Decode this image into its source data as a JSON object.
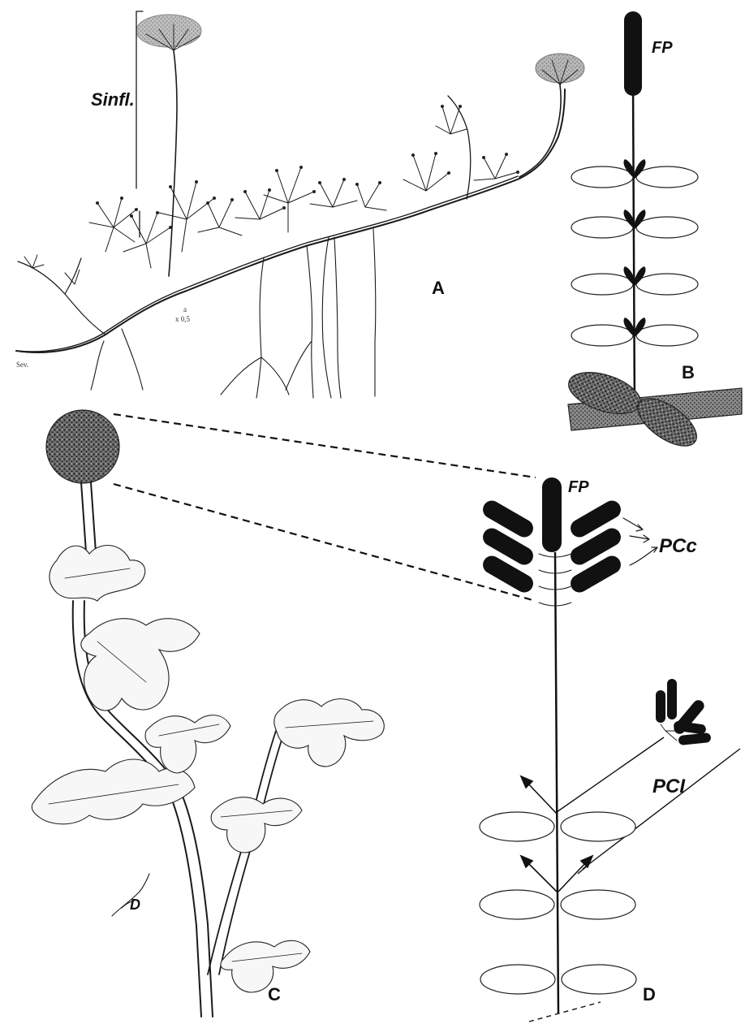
{
  "panels": {
    "a": "A",
    "b": "B",
    "c": "C",
    "d": "D"
  },
  "labels": {
    "sinfl": "Sinfl.",
    "fp_b": "FP",
    "fp_d": "FP",
    "pcc": "PCc",
    "pci": "PCI",
    "scale_top": "a",
    "scale_bottom": "x 0,5",
    "corner_note": "Sev."
  },
  "colors": {
    "ink": "#111111",
    "leaf_outline": "#222222",
    "stipple": "#555555"
  }
}
